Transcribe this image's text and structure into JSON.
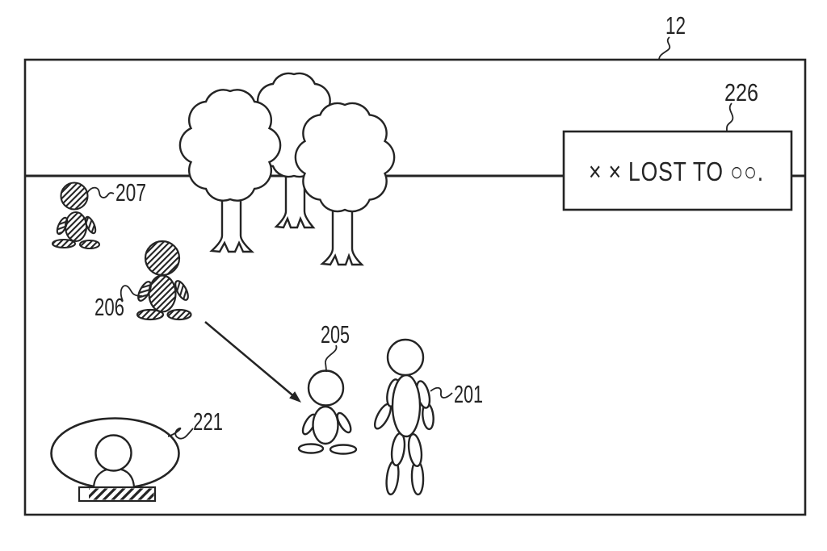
{
  "canvas": {
    "ink_color": "#242424",
    "background_color": "#ffffff"
  },
  "drawing": {
    "frame_ref": "12",
    "message_box": {
      "ref": "226",
      "text": "× × LOST TO ○○."
    },
    "refs": {
      "small_figure_back": "207",
      "small_figure_mid": "206",
      "small_figure_front": "205",
      "tall_figure": "201",
      "vehicle_figure": "221"
    }
  }
}
